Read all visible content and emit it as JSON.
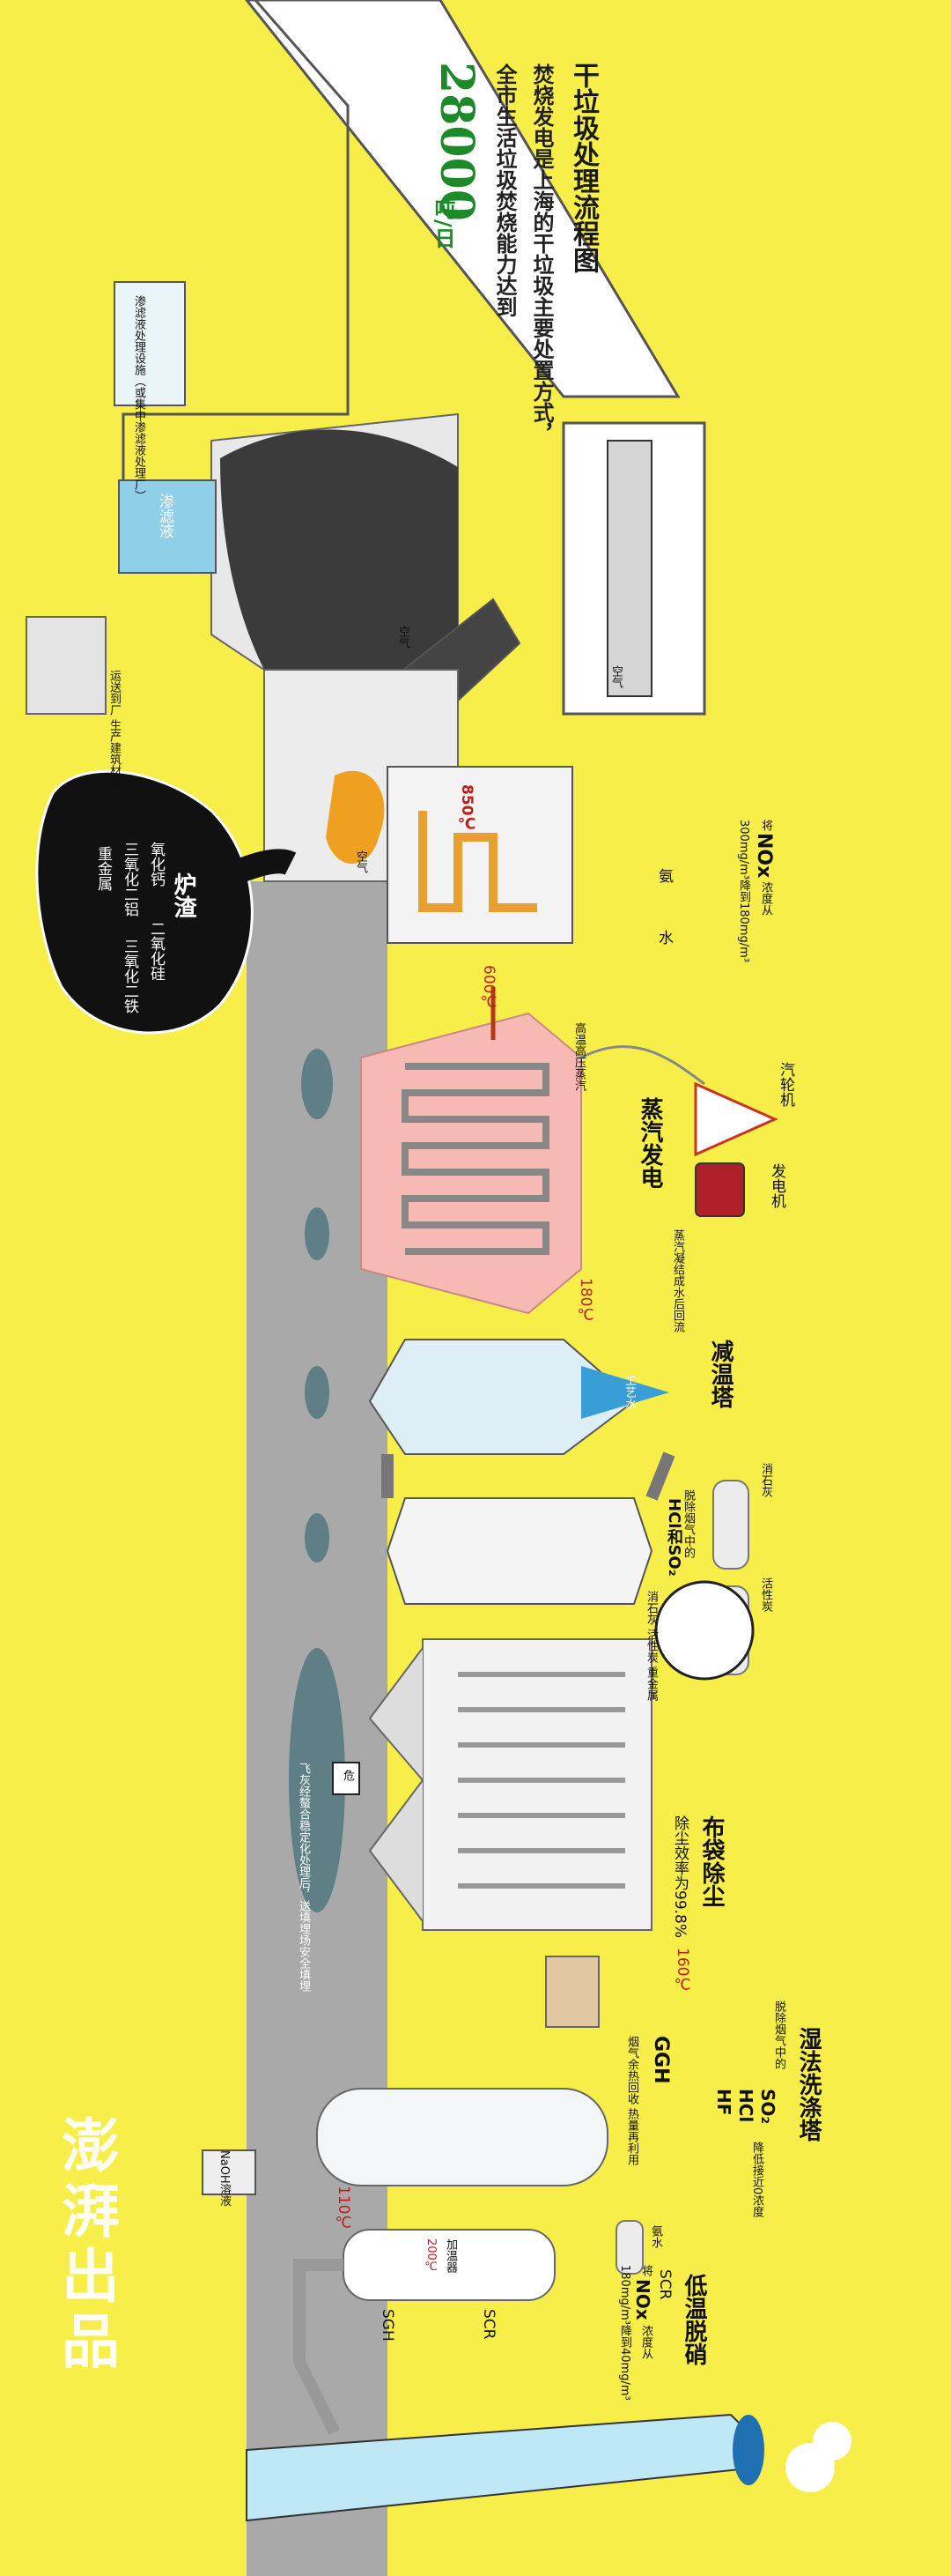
{
  "title": {
    "main": "干垃圾处理流程图",
    "line1": "焚烧发电是上海的干垃圾主要处置方式，",
    "line2": "全市生活垃圾焚烧能力达到",
    "capacity_value": "28000",
    "capacity_unit": "吨/日"
  },
  "left_side": {
    "leachate_plant": "渗滤液处理设施（或集中渗滤液处理厂）",
    "leachate": "渗滤液",
    "air1": "空气",
    "air2": "空气",
    "air3": "空气",
    "building_materials": "运送到厂 生产建筑材料"
  },
  "slag": {
    "title": "炉渣",
    "item1": "氧化钙",
    "item2": "二氧化硅",
    "item3": "三氧化二铝",
    "item4": "三氧化二铁",
    "item5": "重金属"
  },
  "furnace": {
    "temp_furnace": "850℃",
    "temp_outlet": "600℃",
    "denox_title": "NOx",
    "denox_prefix": "将",
    "denox_suffix": "浓度从",
    "denox_range": "300mg/m³降到180mg/m³",
    "ammonia": "氨",
    "water": "水"
  },
  "steam": {
    "title": "蒸汽发电",
    "high_temp_steam": "高温高压蒸汽",
    "turbine": "汽轮机",
    "generator": "发电机",
    "condensate": "蒸汽凝结成水后回流",
    "temp": "180℃"
  },
  "cooling": {
    "title": "减温塔",
    "industrial_water": "工艺水"
  },
  "acid_removal": {
    "lime": "消石灰",
    "carbon": "活性炭",
    "remove_text": "脱除烟气中的",
    "pollutants": "HCl和SO₂",
    "lime_carbon_note": "消石灰 活性炭 重金属"
  },
  "bag_filter": {
    "title": "布袋除尘",
    "efficiency": "除尘效率为99.8%",
    "temp": "160℃",
    "fly_ash_note": "飞灰经螯合稳定化处理后，送填埋场安全填埋",
    "hazard_label": "危"
  },
  "wet_scrubber": {
    "title": "湿法洗涤塔",
    "remove_text": "脱除烟气中的",
    "so2": "SO₂",
    "hcl": "HCl",
    "hf": "HF",
    "reduce_text": "降低接近0浓度",
    "naoh": "NaOH溶液",
    "ggh": "GGH",
    "ggh_note": "烟气余热回收 热量再利用",
    "temp": "110℃"
  },
  "scr": {
    "title": "低温脱硝",
    "scr_label": "SCR",
    "nox": "NOx",
    "nox_prefix": "将",
    "nox_suffix": "浓度从",
    "range": "180mg/m³降到40mg/m³",
    "ammonia": "氨水",
    "heater": "加温器",
    "temp": "200℃",
    "sgh": "SGH",
    "scr_small": "SCR"
  },
  "brand": "澎湃出品",
  "colors": {
    "background": "#f7ee4a",
    "road": "#a9a9a9",
    "green": "#1d8a2a",
    "pink": "#f6b9b3",
    "red_arrow": "#b23a1a"
  }
}
